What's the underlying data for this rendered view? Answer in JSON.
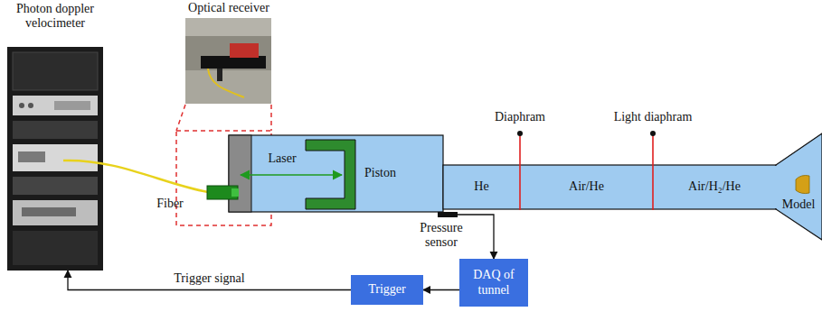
{
  "diagram": {
    "nodes": [
      {
        "text": [
          "Photon doppler velocimeter"
        ]
      },
      {
        "text": [
          "Optical receiver"
        ]
      },
      {
        "text": [
          "Laser",
          "Piston"
        ]
      },
      {
        "text": [
          "He"
        ]
      },
      {
        "text": [
          "Air/He"
        ]
      },
      {
        "text": [
          "Air/H₂/He"
        ]
      },
      {
        "text": [
          "DAQ of tunnel"
        ]
      },
      {
        "text": [
          "Trigger"
        ]
      }
    ],
    "edges": [
      {
        "from": 2,
        "to": 6,
        "arrow": "to"
      },
      {
        "from": 6,
        "to": 7,
        "arrow": "to"
      },
      {
        "from": 7,
        "to": 0,
        "arrow": "to",
        "label": "Trigger signal"
      }
    ],
    "labels": [
      "Fiber",
      "Diaphram",
      "Light diaphram",
      "Pressure sensor",
      "Model"
    ]
  }
}
